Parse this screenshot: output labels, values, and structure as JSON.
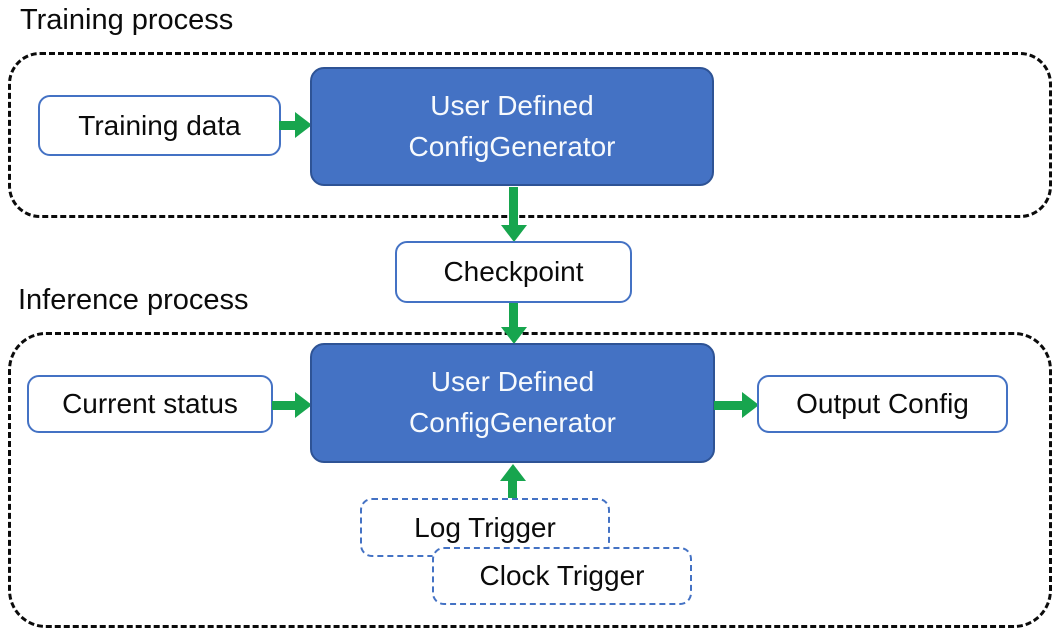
{
  "sections": {
    "training": {
      "title": "Training process"
    },
    "inference": {
      "title": "Inference process"
    }
  },
  "nodes": {
    "training_data": {
      "label": "Training data"
    },
    "generator": {
      "line1": "User Defined",
      "line2": "ConfigGenerator"
    },
    "checkpoint": {
      "label": "Checkpoint"
    },
    "current_status": {
      "label": "Current status"
    },
    "output_config": {
      "label": "Output Config"
    },
    "log_trigger": {
      "label": "Log Trigger"
    },
    "clock_trigger": {
      "label": "Clock Trigger"
    }
  },
  "edges": [
    {
      "from": "training_data",
      "to": "generator_training",
      "direction": "right"
    },
    {
      "from": "generator_training",
      "to": "checkpoint",
      "direction": "down"
    },
    {
      "from": "checkpoint",
      "to": "generator_inference",
      "direction": "down"
    },
    {
      "from": "current_status",
      "to": "generator_inference",
      "direction": "right"
    },
    {
      "from": "generator_inference",
      "to": "output_config",
      "direction": "right"
    },
    {
      "from": "log_trigger",
      "to": "generator_inference",
      "direction": "up"
    }
  ],
  "colors": {
    "node_fill_blue": "#4472C4",
    "node_border_blue": "#2E5395",
    "white_node_border": "#4472C4",
    "trigger_dash_blue": "#4472C4",
    "arrow_green": "#17A54E",
    "container_dash": "#0B0B0B",
    "blue_node_text": "#F7FAFD",
    "text": "#0B0B0B"
  }
}
